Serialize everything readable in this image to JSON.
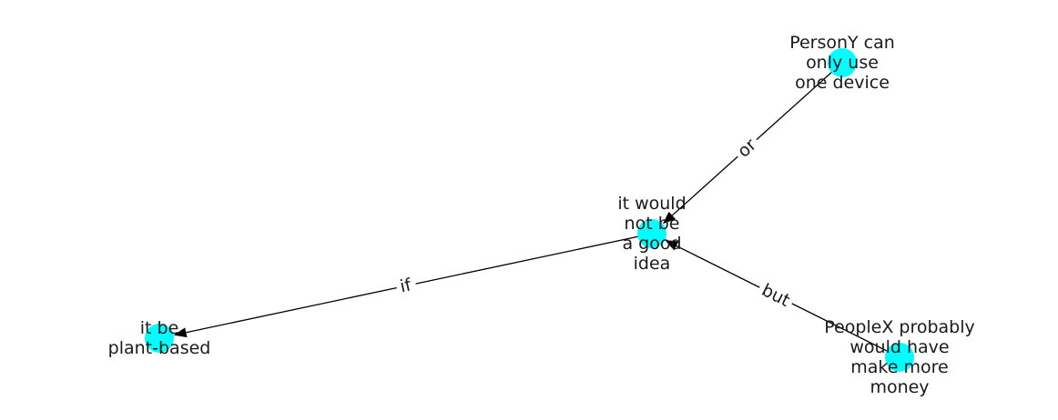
{
  "graph": {
    "node_color": "#00ffff",
    "edge_color": "#000000",
    "nodes": [
      {
        "id": "center",
        "lines": [
          "it would",
          "not be",
          "a good",
          "idea"
        ]
      },
      {
        "id": "persony",
        "lines": [
          "PersonY can",
          "only use",
          "one device"
        ]
      },
      {
        "id": "plant",
        "lines": [
          "it be",
          "plant-based"
        ]
      },
      {
        "id": "peoplex",
        "lines": [
          "PeopleX probably",
          "would have",
          "make more",
          "money"
        ]
      }
    ],
    "edges": [
      {
        "id": "edge-or",
        "source": "persony",
        "target": "center",
        "label": "or"
      },
      {
        "id": "edge-if",
        "source": "center",
        "target": "plant",
        "label": "if"
      },
      {
        "id": "edge-but",
        "source": "peoplex",
        "target": "center",
        "label": "but"
      }
    ]
  }
}
